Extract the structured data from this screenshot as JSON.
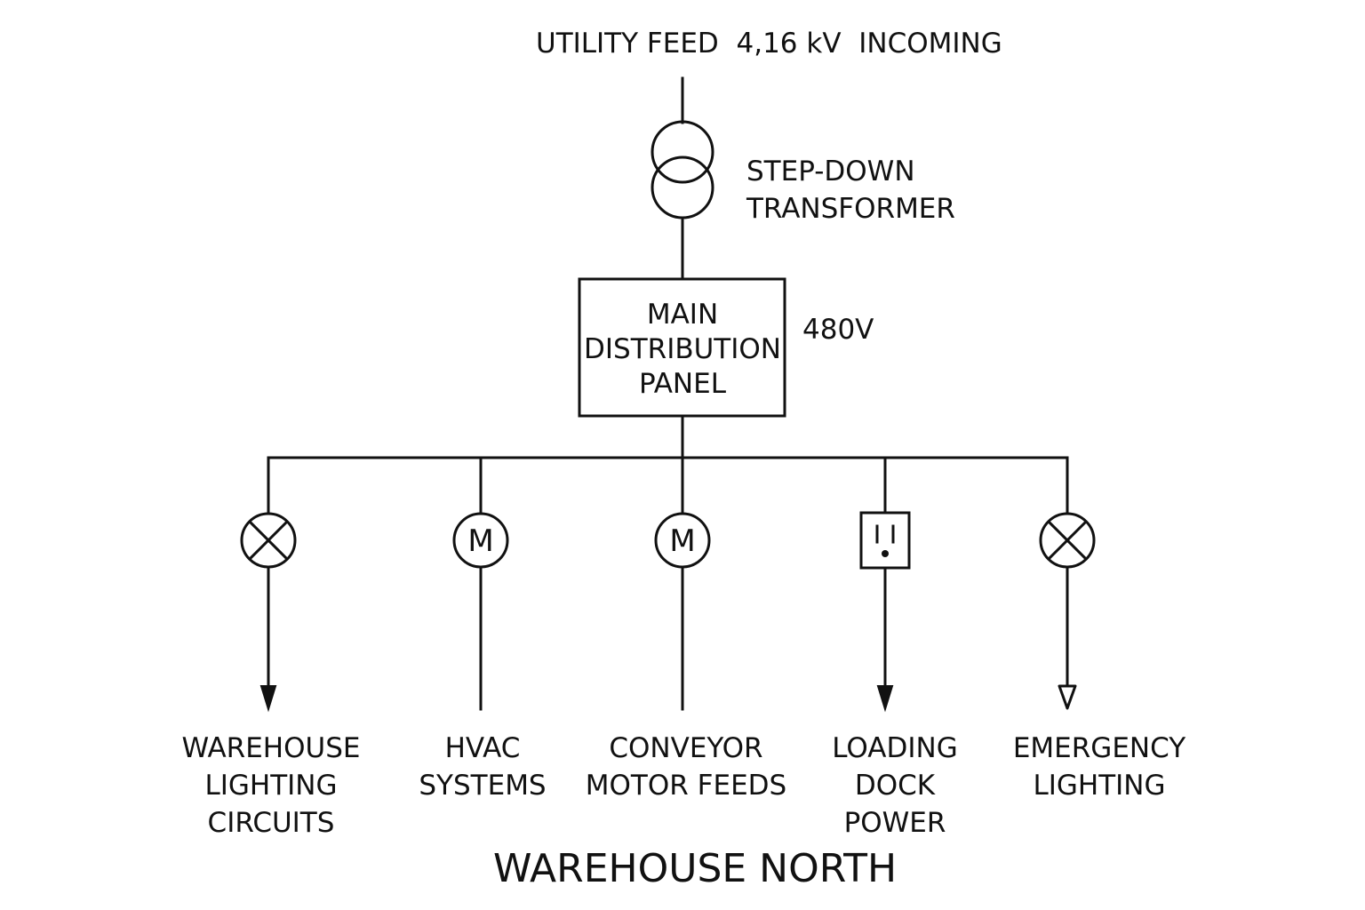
{
  "header": {
    "feed_label": "UTILITY FEED  4,16 kV  INCOMING"
  },
  "transformer": {
    "label_line1": "STEP-DOWN",
    "label_line2": "TRANSFORMER"
  },
  "panel": {
    "line1": "MAIN",
    "line2": "DISTRIBUTION",
    "line3": "PANEL",
    "voltage": "480V"
  },
  "branches": [
    {
      "symbol": "lamp",
      "symbol_text": "",
      "arrow": "filled",
      "label": [
        "WAREHOUSE",
        "LIGHTING",
        "CIRCUITS"
      ]
    },
    {
      "symbol": "motor",
      "symbol_text": "M",
      "arrow": "none",
      "label": [
        "HVAC",
        "SYSTEMS"
      ]
    },
    {
      "symbol": "motor",
      "symbol_text": "M",
      "arrow": "none",
      "label": [
        "CONVEYOR",
        "MOTOR FEEDS"
      ]
    },
    {
      "symbol": "receptacle",
      "symbol_text": "",
      "arrow": "filled",
      "label": [
        "LOADING",
        "DOCK",
        "POWER"
      ]
    },
    {
      "symbol": "lamp",
      "symbol_text": "",
      "arrow": "open",
      "label": [
        "EMERGENCY",
        "LIGHTING"
      ]
    }
  ],
  "footer": {
    "title": "WAREHOUSE NORTH"
  },
  "colors": {
    "line": "#111111",
    "background": "#ffffff"
  }
}
